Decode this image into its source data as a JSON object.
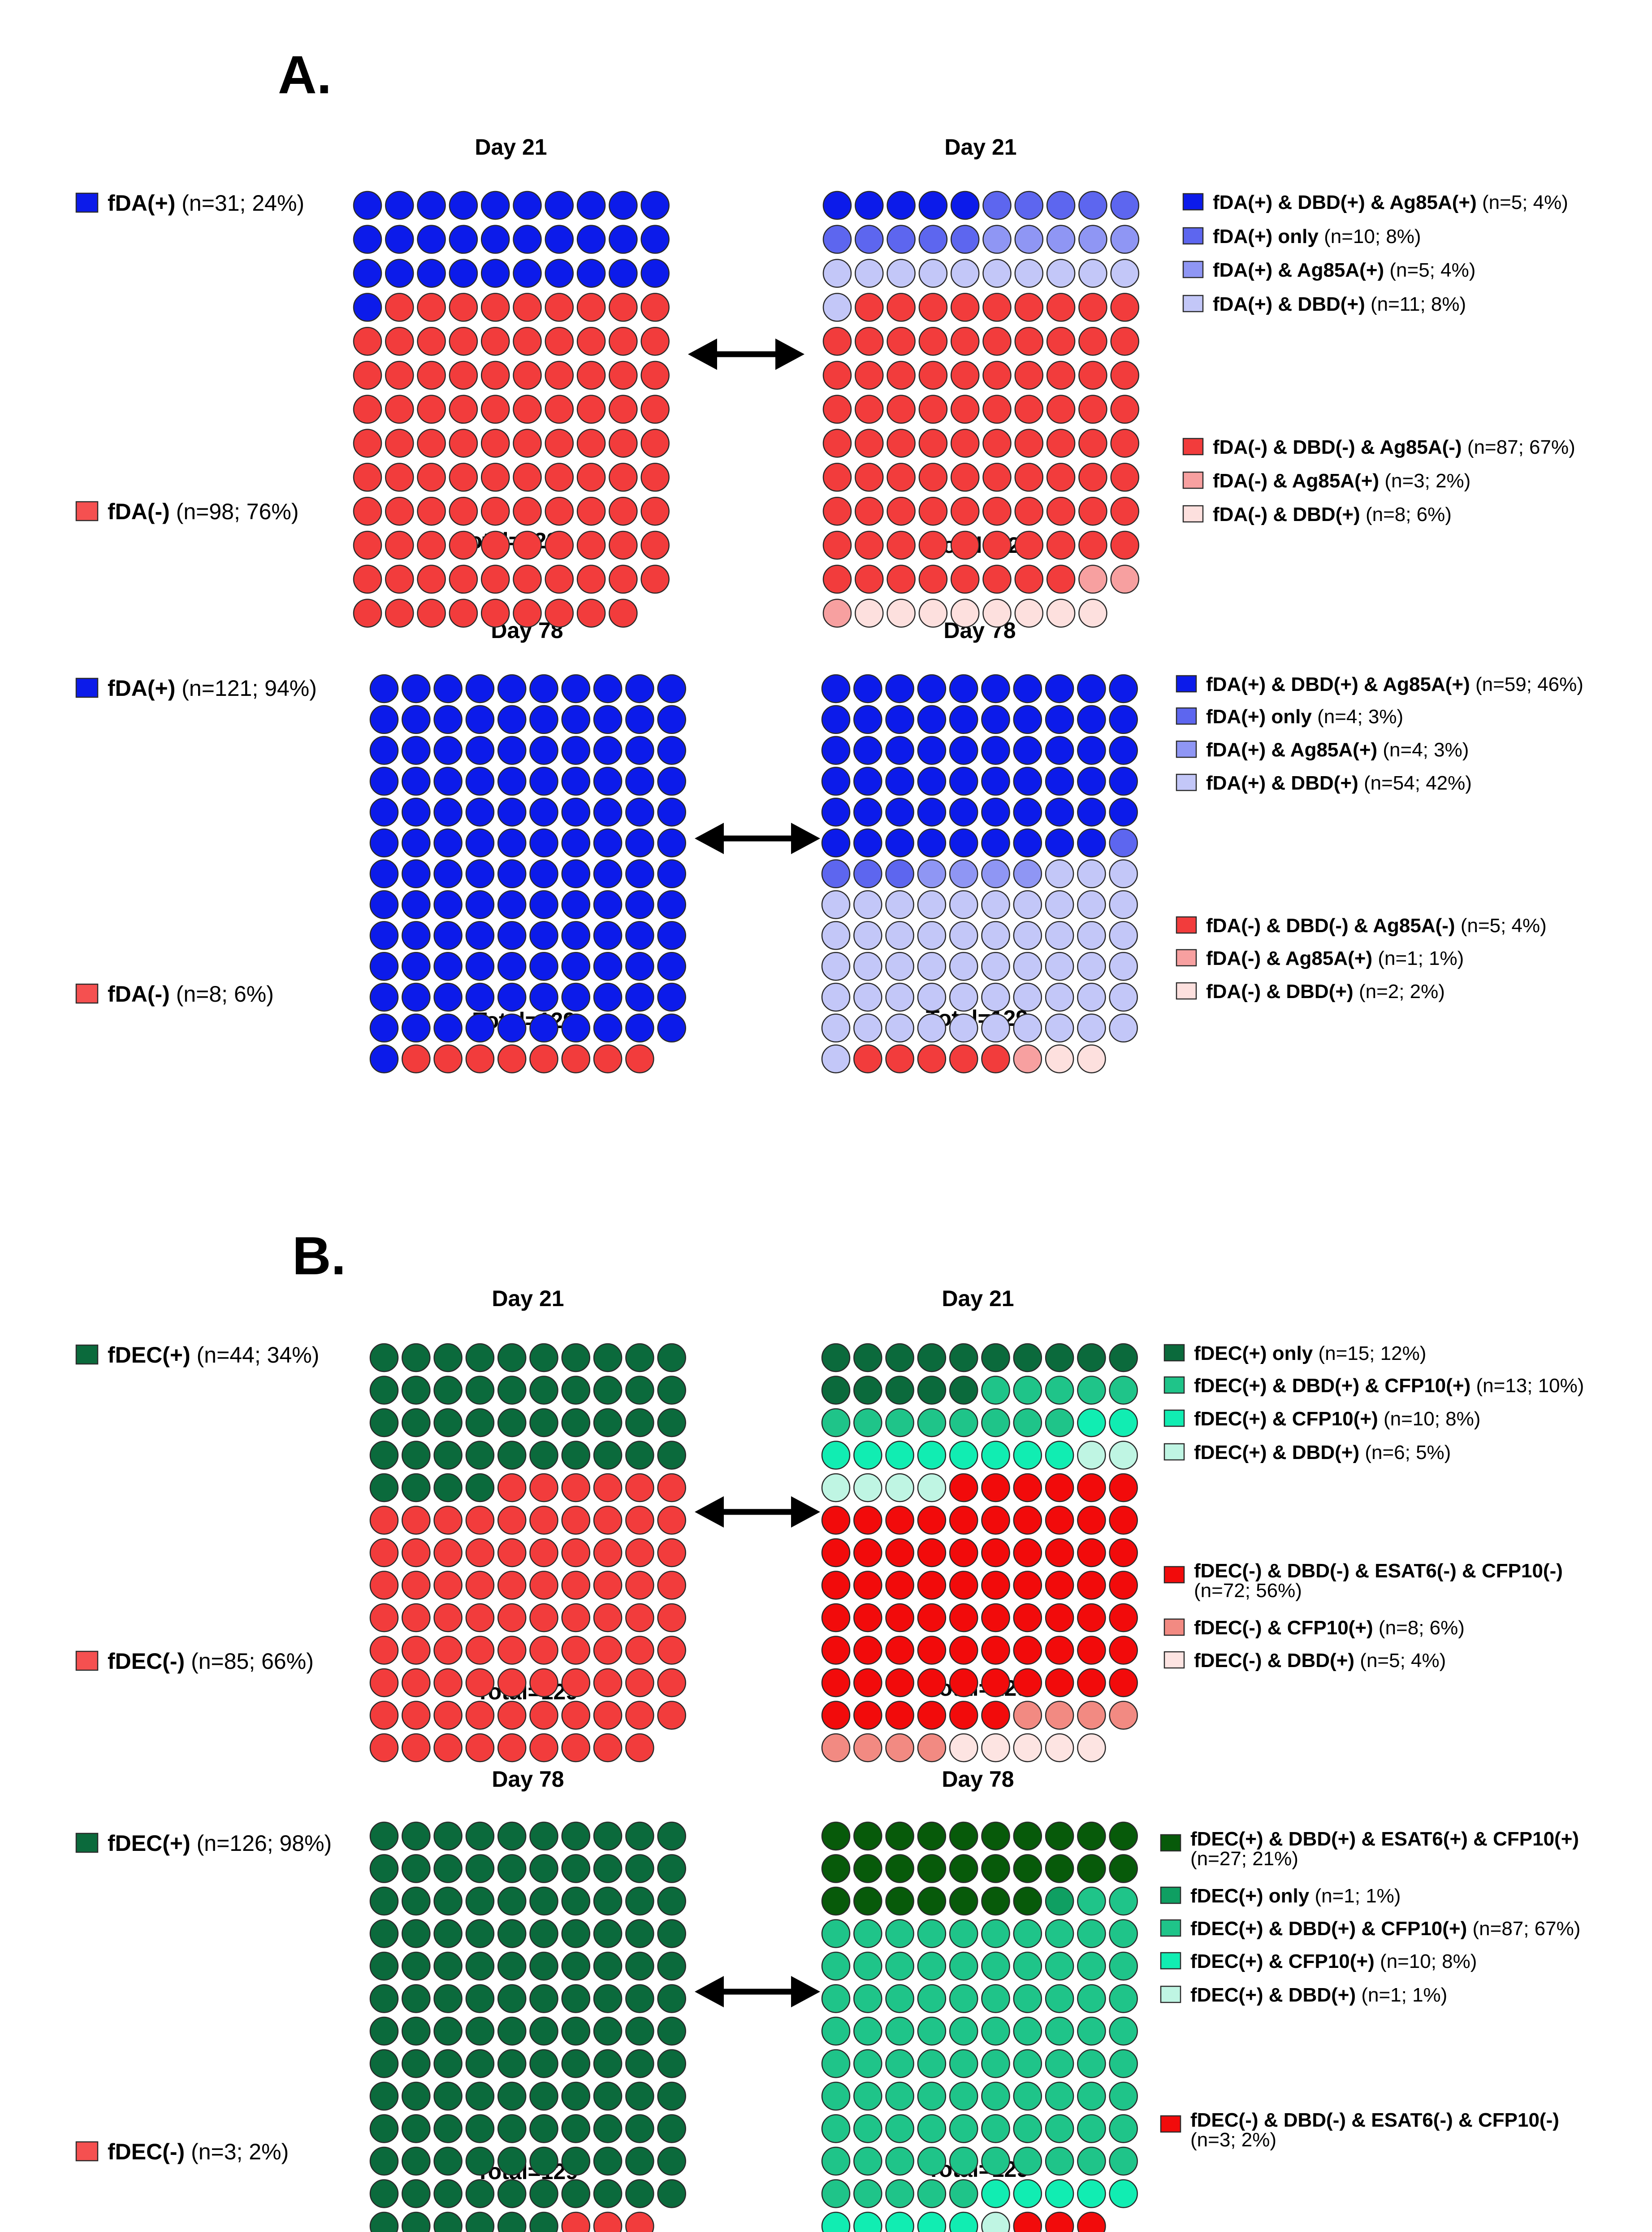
{
  "colors": {
    "blue_dark": "#0c1bea",
    "blue_mid": "#5d66ef",
    "blue_light": "#8f96f4",
    "blue_pale": "#c3c7f8",
    "red_dark": "#f23c3c",
    "red_mid": "#f7a0a0",
    "red_pale": "#fde0de",
    "green_dark": "#0b6a3c",
    "green_deep": "#075a0a",
    "green_teal": "#0f9f62",
    "green_mid": "#1fc489",
    "green_bright": "#11edb2",
    "green_pale": "#bff5e3",
    "red_pure": "#f20b0b",
    "red_salmon": "#f28a82",
    "rose_pale": "#fde4e2",
    "panel_red": "#f55050"
  },
  "sections": [
    {
      "label": "A."
    },
    {
      "label": "B."
    }
  ],
  "chart_data": [
    {
      "type": "waffle",
      "title": "Day 21",
      "footer": "Total=129",
      "grid": [
        10,
        13
      ],
      "legend": [
        {
          "key": "fDA(+)",
          "value": " (n=31; 24%)",
          "color": "#0c1bea"
        },
        {
          "key": "fDA(-)",
          "value": " (n=98; 76%)",
          "color": "#f55050"
        }
      ],
      "segments": [
        {
          "name": "fDA(+)",
          "count": 31,
          "color": "#0c1bea"
        },
        {
          "name": "fDA(-)",
          "count": 98,
          "color": "#f23c3c"
        }
      ]
    },
    {
      "type": "waffle",
      "title": "Day 21",
      "footer": "Total=129",
      "grid": [
        10,
        13
      ],
      "legend": [
        {
          "key": "fDA(+) & DBD(+) & Ag85A(+)",
          "value": " (n=5; 4%)",
          "color": "#0c1bea"
        },
        {
          "key": "fDA(+) only",
          "value": " (n=10; 8%)",
          "color": "#5d66ef"
        },
        {
          "key": "fDA(+) & Ag85A(+)",
          "value": " (n=5; 4%)",
          "color": "#8f96f4"
        },
        {
          "key": "fDA(+) & DBD(+)",
          "value": " (n=11; 8%)",
          "color": "#c3c7f8"
        },
        {
          "key": "fDA(-) & DBD(-) & Ag85A(-)",
          "value": " (n=87; 67%)",
          "color": "#f23c3c"
        },
        {
          "key": "fDA(-) & Ag85A(+)",
          "value": " (n=3; 2%)",
          "color": "#f7a0a0"
        },
        {
          "key": "fDA(-) & DBD(+)",
          "value": " (n=8; 6%)",
          "color": "#fde0de"
        }
      ],
      "segments": [
        {
          "name": "fDA(+) & DBD(+) & Ag85A(+)",
          "count": 5,
          "color": "#0c1bea"
        },
        {
          "name": "fDA(+) only",
          "count": 10,
          "color": "#5d66ef"
        },
        {
          "name": "fDA(+) & Ag85A(+)",
          "count": 5,
          "color": "#8f96f4"
        },
        {
          "name": "fDA(+) & DBD(+)",
          "count": 11,
          "color": "#c3c7f8"
        },
        {
          "name": "fDA(-) & DBD(-) & Ag85A(-)",
          "count": 87,
          "color": "#f23c3c"
        },
        {
          "name": "fDA(-) & Ag85A(+)",
          "count": 3,
          "color": "#f7a0a0"
        },
        {
          "name": "fDA(-) & DBD(+)",
          "count": 8,
          "color": "#fde0de"
        }
      ]
    },
    {
      "type": "waffle",
      "title": "Day 78",
      "footer": "Total=129",
      "grid": [
        10,
        13
      ],
      "legend": [
        {
          "key": "fDA(+)",
          "value": " (n=121; 94%)",
          "color": "#0c1bea"
        },
        {
          "key": "fDA(-)",
          "value": " (n=8; 6%)",
          "color": "#f55050"
        }
      ],
      "segments": [
        {
          "name": "fDA(+)",
          "count": 121,
          "color": "#0c1bea"
        },
        {
          "name": "fDA(-)",
          "count": 8,
          "color": "#f23c3c"
        }
      ]
    },
    {
      "type": "waffle",
      "title": "Day 78",
      "footer": "Total=129",
      "grid": [
        10,
        13
      ],
      "legend": [
        {
          "key": "fDA(+) & DBD(+) & Ag85A(+)",
          "value": " (n=59; 46%)",
          "color": "#0c1bea"
        },
        {
          "key": "fDA(+) only",
          "value": " (n=4; 3%)",
          "color": "#5d66ef"
        },
        {
          "key": "fDA(+) & Ag85A(+)",
          "value": " (n=4; 3%)",
          "color": "#8f96f4"
        },
        {
          "key": "fDA(+) & DBD(+)",
          "value": " (n=54; 42%)",
          "color": "#c3c7f8"
        },
        {
          "key": "fDA(-) & DBD(-) & Ag85A(-)",
          "value": " (n=5; 4%)",
          "color": "#f23c3c"
        },
        {
          "key": "fDA(-) & Ag85A(+)",
          "value": " (n=1; 1%)",
          "color": "#f7a0a0"
        },
        {
          "key": "fDA(-) & DBD(+)",
          "value": " (n=2; 2%)",
          "color": "#fde0de"
        }
      ],
      "segments": [
        {
          "name": "fDA(+) & DBD(+) & Ag85A(+)",
          "count": 59,
          "color": "#0c1bea"
        },
        {
          "name": "fDA(+) only",
          "count": 4,
          "color": "#5d66ef"
        },
        {
          "name": "fDA(+) & Ag85A(+)",
          "count": 4,
          "color": "#8f96f4"
        },
        {
          "name": "fDA(+) & DBD(+)",
          "count": 54,
          "color": "#c3c7f8"
        },
        {
          "name": "fDA(-) & DBD(-) & Ag85A(-)",
          "count": 5,
          "color": "#f23c3c"
        },
        {
          "name": "fDA(-) & Ag85A(+)",
          "count": 1,
          "color": "#f7a0a0"
        },
        {
          "name": "fDA(-) & DBD(+)",
          "count": 2,
          "color": "#fde0de"
        }
      ]
    },
    {
      "type": "waffle",
      "title": "Day 21",
      "footer": "Total=129",
      "grid": [
        10,
        13
      ],
      "legend": [
        {
          "key": "fDEC(+)",
          "value": " (n=44; 34%)",
          "color": "#0b6a3c"
        },
        {
          "key": "fDEC(-)",
          "value": " (n=85; 66%)",
          "color": "#f55050"
        }
      ],
      "segments": [
        {
          "name": "fDEC(+)",
          "count": 44,
          "color": "#0b6a3c"
        },
        {
          "name": "fDEC(-)",
          "count": 85,
          "color": "#f23c3c"
        }
      ]
    },
    {
      "type": "waffle",
      "title": "Day 21",
      "footer": "Total=129",
      "grid": [
        10,
        13
      ],
      "legend": [
        {
          "key": "fDEC(+) only",
          "value": " (n=15; 12%)",
          "color": "#0b6a3c"
        },
        {
          "key": "fDEC(+) & DBD(+) & CFP10(+)",
          "value": " (n=13; 10%)",
          "color": "#1fc489"
        },
        {
          "key": "fDEC(+) & CFP10(+)",
          "value": " (n=10; 8%)",
          "color": "#11edb2"
        },
        {
          "key": "fDEC(+) & DBD(+)",
          "value": " (n=6; 5%)",
          "color": "#bff5e3"
        },
        {
          "key": "fDEC(-) & DBD(-) & ESAT6(-) & CFP10(-)",
          "value": "(n=72; 56%)",
          "color": "#f20b0b"
        },
        {
          "key": "fDEC(-) & CFP10(+)",
          "value": " (n=8; 6%)",
          "color": "#f28a82"
        },
        {
          "key": "fDEC(-) & DBD(+)",
          "value": " (n=5; 4%)",
          "color": "#fde4e2"
        }
      ],
      "segments": [
        {
          "name": "fDEC(+) only",
          "count": 15,
          "color": "#0b6a3c"
        },
        {
          "name": "fDEC(+) & DBD(+) & CFP10(+)",
          "count": 13,
          "color": "#1fc489"
        },
        {
          "name": "fDEC(+) & CFP10(+)",
          "count": 10,
          "color": "#11edb2"
        },
        {
          "name": "fDEC(+) & DBD(+)",
          "count": 6,
          "color": "#bff5e3"
        },
        {
          "name": "fDEC(-) & DBD(-) & ESAT6(-) & CFP10(-)",
          "count": 72,
          "color": "#f20b0b"
        },
        {
          "name": "fDEC(-) & CFP10(+)",
          "count": 8,
          "color": "#f28a82"
        },
        {
          "name": "fDEC(-) & DBD(+)",
          "count": 5,
          "color": "#fde4e2"
        }
      ]
    },
    {
      "type": "waffle",
      "title": "Day 78",
      "footer": "Total=129",
      "grid": [
        10,
        13
      ],
      "legend": [
        {
          "key": "fDEC(+)",
          "value": " (n=126; 98%)",
          "color": "#0b6a3c"
        },
        {
          "key": "fDEC(-)",
          "value": " (n=3; 2%)",
          "color": "#f55050"
        }
      ],
      "segments": [
        {
          "name": "fDEC(+)",
          "count": 126,
          "color": "#0b6a3c"
        },
        {
          "name": "fDEC(-)",
          "count": 3,
          "color": "#f23c3c"
        }
      ]
    },
    {
      "type": "waffle",
      "title": "Day 78",
      "footer": "Total=129",
      "grid": [
        10,
        13
      ],
      "legend": [
        {
          "key": "fDEC(+) & DBD(+) & ESAT6(+) & CFP10(+)",
          "value": "(n=27; 21%)",
          "color": "#075a0a"
        },
        {
          "key": "fDEC(+) only",
          "value": " (n=1; 1%)",
          "color": "#0f9f62"
        },
        {
          "key": "fDEC(+) & DBD(+) & CFP10(+)",
          "value": " (n=87; 67%)",
          "color": "#1fc489"
        },
        {
          "key": "fDEC(+) & CFP10(+)",
          "value": " (n=10; 8%)",
          "color": "#11edb2"
        },
        {
          "key": "fDEC(+) & DBD(+)",
          "value": " (n=1; 1%)",
          "color": "#bff5e3"
        },
        {
          "key": "fDEC(-) & DBD(-) & ESAT6(-) & CFP10(-)",
          "value": "(n=3; 2%)",
          "color": "#f20b0b"
        }
      ],
      "segments": [
        {
          "name": "fDEC(+) & DBD(+) & ESAT6(+) & CFP10(+)",
          "count": 27,
          "color": "#075a0a"
        },
        {
          "name": "fDEC(+) only",
          "count": 1,
          "color": "#0f9f62"
        },
        {
          "name": "fDEC(+) & DBD(+) & CFP10(+)",
          "count": 87,
          "color": "#1fc489"
        },
        {
          "name": "fDEC(+) & CFP10(+)",
          "count": 10,
          "color": "#11edb2"
        },
        {
          "name": "fDEC(+) & DBD(+)",
          "count": 1,
          "color": "#bff5e3"
        },
        {
          "name": "fDEC(-) & DBD(-) & ESAT6(-) & CFP10(-)",
          "count": 3,
          "color": "#f20b0b"
        }
      ]
    }
  ]
}
